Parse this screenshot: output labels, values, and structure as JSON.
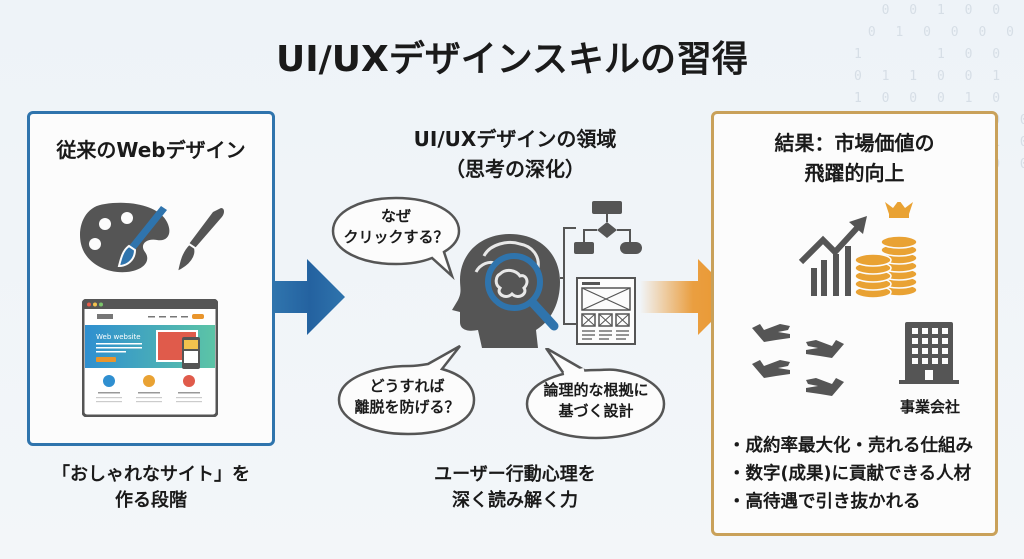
{
  "title": "UI/UXデザインスキルの習得",
  "left_panel": {
    "title": "従来のWebデザイン",
    "mockup_heading": "Web website",
    "caption_line1": "「おしゃれなサイト」を",
    "caption_line2": "作る段階"
  },
  "center": {
    "title_line1": "UI/UXデザインの領域",
    "title_line2": "（思考の深化）",
    "bubbles": [
      {
        "line1": "なぜ",
        "line2": "クリックする？"
      },
      {
        "line1": "どうすれば",
        "line2": "離脱を防げる？"
      },
      {
        "line1": "論理的な根拠に",
        "line2": "基づく設計"
      }
    ],
    "caption_line1": "ユーザー行動心理を",
    "caption_line2": "深く読み解く力"
  },
  "right_panel": {
    "title_line1": "結果：市場価値の",
    "title_line2": "飛躍的向上",
    "building_label": "事業会社",
    "bullets": [
      "・成約率最大化・売れる仕組み",
      "・数字(成果)に貢献できる人材",
      "・高待遇で引き抜かれる"
    ]
  },
  "colors": {
    "blue": "#2f74ad",
    "orange": "#e9952c",
    "gold": "#c9a15a",
    "dark_gray": "#555555"
  },
  "binary_text": "  0 0 1 0 0\n 0 1 0 0 0 0\n1     1 0 0\n0 1 1 0 0 1\n1 0 0 0 1 0\n0 1 1 1 1 0 0 0\n0 1 0 0 1 1 0\n1 1 0 0 1 0 0 1\n   1   1\n  0 1\n1   0 1\n  1   0\n1 0 1   1\n0   1\n  1   0\n1 0   1\n  0 1   0\n1   0\n0 1   1\n  1 0 0\n1   0 1\n0 1 0\n  1   1\n0 1 1 0"
}
